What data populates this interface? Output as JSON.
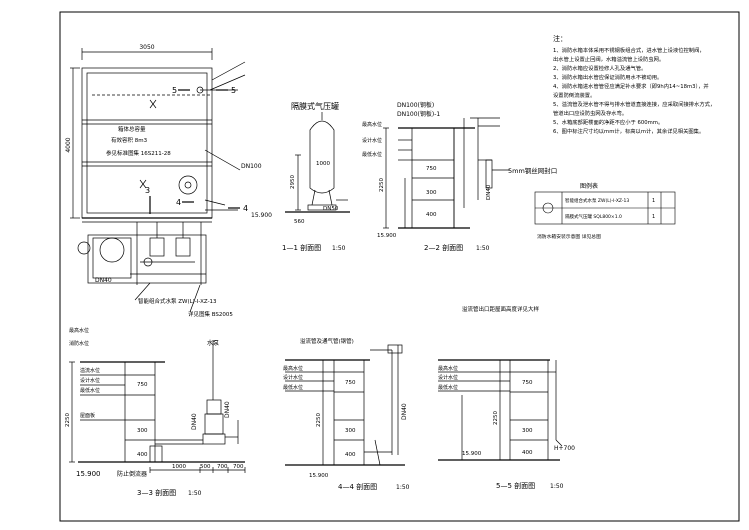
{
  "plan": {
    "width_dim": "3050",
    "height_dim": "4000",
    "note1": "箱体总容量",
    "note2": "有效容积 8m3",
    "note3": "参见标准图集 16S211-28",
    "pipe_dn100": "DN100",
    "pipe_dn40": "DN40",
    "elev_15900": "15.900",
    "cut_label_5": "5",
    "cut_label_4": "4",
    "cut_label_3": "3",
    "pump_ref": "智能组合式水泵 ZW(L)-I-XZ-13",
    "atlas_ref": "详见图集 BS2005"
  },
  "sec11": {
    "title": "隔膜式气压罐",
    "caption": "1—1 剖面图",
    "scale": "1:50",
    "dim_2950": "2950",
    "dim_1000": "1000",
    "dim_560": "560",
    "pipe": "DN50"
  },
  "sec22": {
    "caption": "2—2 剖面图",
    "scale": "1:50",
    "top_pipe": "DN100(钢板)",
    "top_pipe2": "DN100(钢板)-1",
    "dims": [
      "2250",
      "750",
      "300",
      "400"
    ],
    "elev": "15.900",
    "pipe_dn40": "DN40",
    "mesh_note": "5mm钢丝网封口"
  },
  "legend": {
    "header": "图例表",
    "row1": "智能组合式水泵 ZW(L)-I-XZ-13",
    "row2": "隔膜式气压罐 SQL800×1.0",
    "qty1": "1",
    "qty2": "1",
    "footer": "消防水箱安装示意图 详见总图"
  },
  "notes": {
    "heading": "注：",
    "items": [
      "1、消防水箱本体采用不锈钢板组合式，进水管上设液位控制阀，",
      "   出水管上设置止回阀，水箱溢流管上设防虫网。",
      "2、消防水箱应设置检修人孔及通气管。",
      "3、消防水箱出水管应保证消防用水不被动用。",
      "4、消防水箱进水管管径应满足补水要求（即9h内14~18m3），并",
      "   设置防倒流装置。",
      "5、溢流管及泄水管不得与排水管道直接连接，应采取间接排水方式，",
      "   管道出口应设防虫网及存水弯。",
      "5、水箱底部距楼面的净距不应小于 600mm。",
      "6、图中标注尺寸均以mm计，标高以m计，其余详见相关图集。"
    ]
  },
  "sec33": {
    "caption": "3—3 剖面图",
    "scale": "1:50",
    "dims": [
      "2250",
      "750",
      "300",
      "400"
    ],
    "bottom_dims": [
      "1000",
      "500",
      "700",
      "700"
    ],
    "elev": "15.900",
    "dn40_left": "DN40",
    "dn40_right": "DN40",
    "top_label": "水泵",
    "foot_label": "防止倒流器"
  },
  "sec44": {
    "caption": "4—4 剖面图",
    "scale": "1:50",
    "dims": [
      "2250",
      "750",
      "300",
      "400"
    ],
    "elev": "15.900",
    "pipe": "DN40",
    "note": "溢流管及通气管(钢管)"
  },
  "sec55": {
    "caption": "5—5 剖面图",
    "scale": "1:50",
    "dims": [
      "2250",
      "750",
      "300",
      "400"
    ],
    "elev_left": "15.900",
    "elev_right": "H+700",
    "note": "溢流管出口距屋面高度详见大样"
  },
  "labels": {
    "max_level": "最高水位",
    "normal_level": "设计水位",
    "min_level": "最低水位",
    "overflow": "溢流水位",
    "fire_level": "消防水位",
    "roof": "屋面板"
  }
}
